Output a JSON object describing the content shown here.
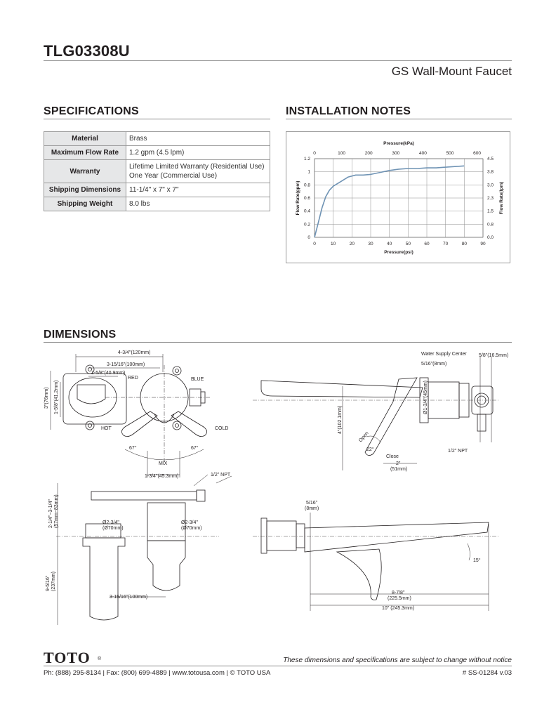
{
  "header": {
    "product_code": "TLG03308U",
    "product_name": "GS Wall-Mount Faucet"
  },
  "sections": {
    "specifications": "SPECIFICATIONS",
    "installation_notes": "INSTALLATION NOTES",
    "dimensions": "DIMENSIONS"
  },
  "specifications": [
    {
      "label": "Material",
      "value": "Brass"
    },
    {
      "label": "Maximum Flow Rate",
      "value": "1.2 gpm (4.5 lpm)"
    },
    {
      "label": "Warranty",
      "value": "Lifetime Limited Warranty (Residential Use)\nOne Year (Commercial Use)"
    },
    {
      "label": "Shipping Dimensions",
      "value": "11-1/4\" x 7\" x 7\""
    },
    {
      "label": "Shipping Weight",
      "value": "8.0 lbs"
    }
  ],
  "chart_data": {
    "type": "line",
    "top_axis_label": "Pressure(kPa)",
    "xlabel": "Pressure(psi)",
    "ylabel": "Flow Rate(gpm)",
    "y2label": "Flow Rate(lpm)",
    "xlim": [
      0,
      90
    ],
    "ylim": [
      0,
      1.2
    ],
    "x_ticks": [
      "0",
      "10",
      "20",
      "30",
      "40",
      "50",
      "60",
      "70",
      "80",
      "90"
    ],
    "top_ticks": [
      "0",
      "100",
      "200",
      "300",
      "400",
      "500",
      "600"
    ],
    "y_ticks": [
      "0",
      "0.2",
      "0.4",
      "0.6",
      "0.8",
      "1",
      "1.2"
    ],
    "y2_ticks": [
      "0.0",
      "0.8",
      "1.5",
      "2.3",
      "3.0",
      "3.8",
      "4.5"
    ],
    "grid": true,
    "line_color": "#6f93b4",
    "series": [
      {
        "x": [
          0,
          2,
          4,
          6,
          8,
          10,
          14,
          18,
          22,
          26,
          30,
          35,
          40,
          45,
          50,
          55,
          60,
          65,
          70,
          75,
          80
        ],
        "y": [
          0,
          0.22,
          0.45,
          0.62,
          0.72,
          0.78,
          0.85,
          0.92,
          0.95,
          0.95,
          0.96,
          0.99,
          1.02,
          1.04,
          1.05,
          1.05,
          1.06,
          1.06,
          1.07,
          1.08,
          1.09
        ]
      }
    ]
  },
  "dimensions": {
    "top_view": {
      "width_total": "4-3/4\"(120mm)",
      "width_centers": "3-15/16\"(100mm)",
      "width_inner": "1-5/8\"(40.9mm)",
      "height_total": "3\"(76mm)",
      "height_inner": "1-5/8\"(41.2mm)",
      "red": "RED",
      "blue": "BLUE",
      "hot": "HOT",
      "cold": "COLD",
      "mix": "MIX",
      "angle_left": "67°",
      "angle_right": "67°",
      "handle_offset": "1-3/4\"(45.3mm)",
      "npt": "1/2\" NPT"
    },
    "side_view": {
      "water_supply_center": "Water Supply Center",
      "offset_5_8": "5/8\"(16.5mm)",
      "offset_5_16": "5/16\"(8mm)",
      "dia_1": "Ø1-3/4\"(45mm)",
      "height_4": "4\"(102.1mm)",
      "open": "Open",
      "close": "Close",
      "angle_22": "22°",
      "depth_2": "2\"",
      "depth_2_mm": "(51mm)",
      "npt": "1/2\" NPT"
    },
    "rough_view": {
      "height_range": "2-1/4\"~3-1/4\"",
      "height_range_mm": "(57mm~83mm)",
      "dia_left": "Ø2-3/4\"",
      "dia_left_mm": "(Ø70mm)",
      "dia_right": "Ø2-3/4\"",
      "dia_right_mm": "(Ø70mm)",
      "depth": "9-5/16\"",
      "depth_mm": "(237mm)",
      "centers": "3-15/16\"(100mm)"
    },
    "bottom_side_view": {
      "offset": "5/16\"",
      "offset_mm": "(8mm)",
      "angle": "15°",
      "reach_spout": "8-7/8\"",
      "reach_spout_mm": "(225.5mm)",
      "reach_total": "10\" (245.3mm)"
    }
  },
  "footer": {
    "logo": "TOTO",
    "registered": "®",
    "disclaimer": "These dimensions and specifications are subject to change without notice",
    "contact": "Ph: (888) 295-8134 | Fax: (800) 699-4889 | www.totousa.com | © TOTO USA",
    "doc_number": "# SS-01284 v.03"
  }
}
